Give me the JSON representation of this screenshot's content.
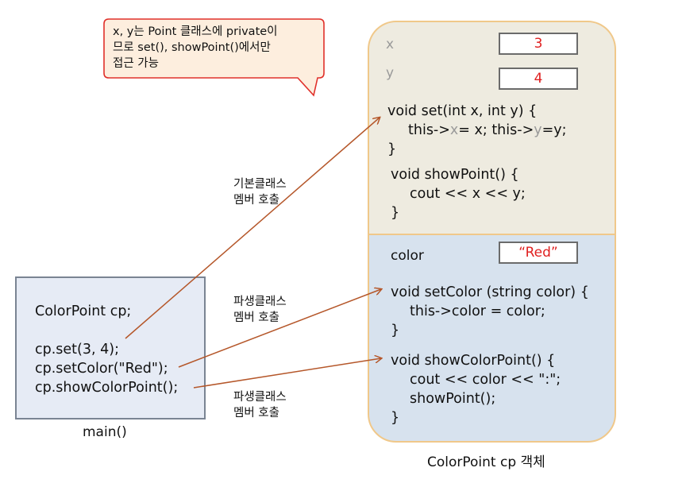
{
  "callout": {
    "lines": [
      "x, y는 Point 클래스에 private이",
      "므로 set(), showPoint()에서만",
      "접근 가능"
    ]
  },
  "object": {
    "caption": "ColorPoint cp 객체",
    "base": {
      "fields": [
        {
          "name": "x",
          "value": "3"
        },
        {
          "name": "y",
          "value": "4"
        }
      ],
      "set_method": {
        "signature": "void set(int x, int y) {",
        "body_parts": [
          "this->",
          "x",
          "= x; this->",
          "y",
          "=y;"
        ],
        "close": "}"
      },
      "show_method": {
        "signature": "void showPoint() {",
        "body": "cout << x << y;",
        "close": "}"
      }
    },
    "derived": {
      "field": {
        "name": "color",
        "value": "“Red”"
      },
      "setcolor_method": {
        "signature": "void setColor (string color) {",
        "body": "this->color = color;",
        "close": "}"
      },
      "showcolorpoint_method": {
        "signature": "void showColorPoint() {",
        "body_lines": [
          "cout << color << \":\";",
          "showPoint();"
        ],
        "close": "}"
      }
    }
  },
  "main": {
    "caption": "main()",
    "lines": [
      "ColorPoint cp;",
      "cp.set(3, 4);",
      "cp.setColor(\"Red\");",
      "cp.showColorPoint();"
    ]
  },
  "arrow_labels": [
    [
      "기본클래스",
      "멤버 호출"
    ],
    [
      "파생클래스",
      "멤버 호출"
    ],
    [
      "파생클래스",
      "멤버 호출"
    ]
  ],
  "colors": {
    "arrow": "#b5572a",
    "callout_border": "#e0302a",
    "callout_fill": "#fdeede",
    "value_text": "#e02020"
  }
}
